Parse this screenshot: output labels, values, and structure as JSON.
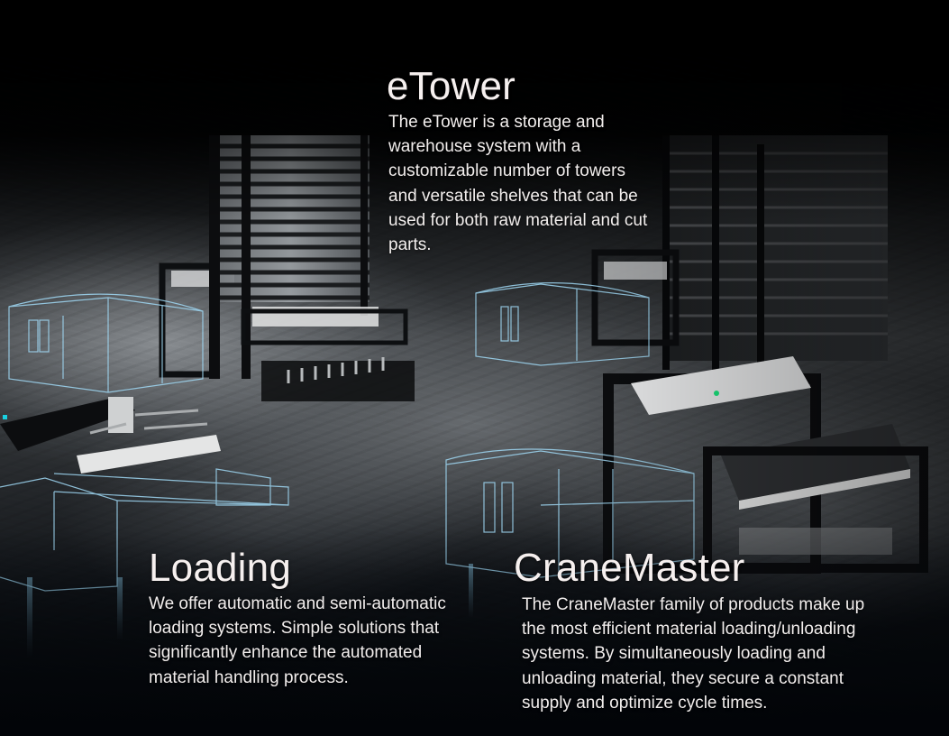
{
  "sections": [
    {
      "id": "etower",
      "title": "eTower",
      "description": "The eTower is a storage and warehouse system with a customizable number of towers and versatile shelves that can be used for both raw material and cut parts."
    },
    {
      "id": "loading",
      "title": "Loading",
      "description": "We offer automatic and semi-automatic loading systems. Simple solutions that significantly enhance the automated material handling process."
    },
    {
      "id": "cranemaster",
      "title": "CraneMaster",
      "description": "The CraneMaster family of products make up the most efficient material loading/unloading systems. By simultaneously loading and unloading material, they secure a constant supply and optimize cycle times."
    }
  ],
  "background": {
    "description": "3D render of automated warehouse towers, loading systems and wireframe laser machines on a concrete floor",
    "wireframe_color": "#8fd0f0",
    "indicator_color": "#19e07a"
  }
}
